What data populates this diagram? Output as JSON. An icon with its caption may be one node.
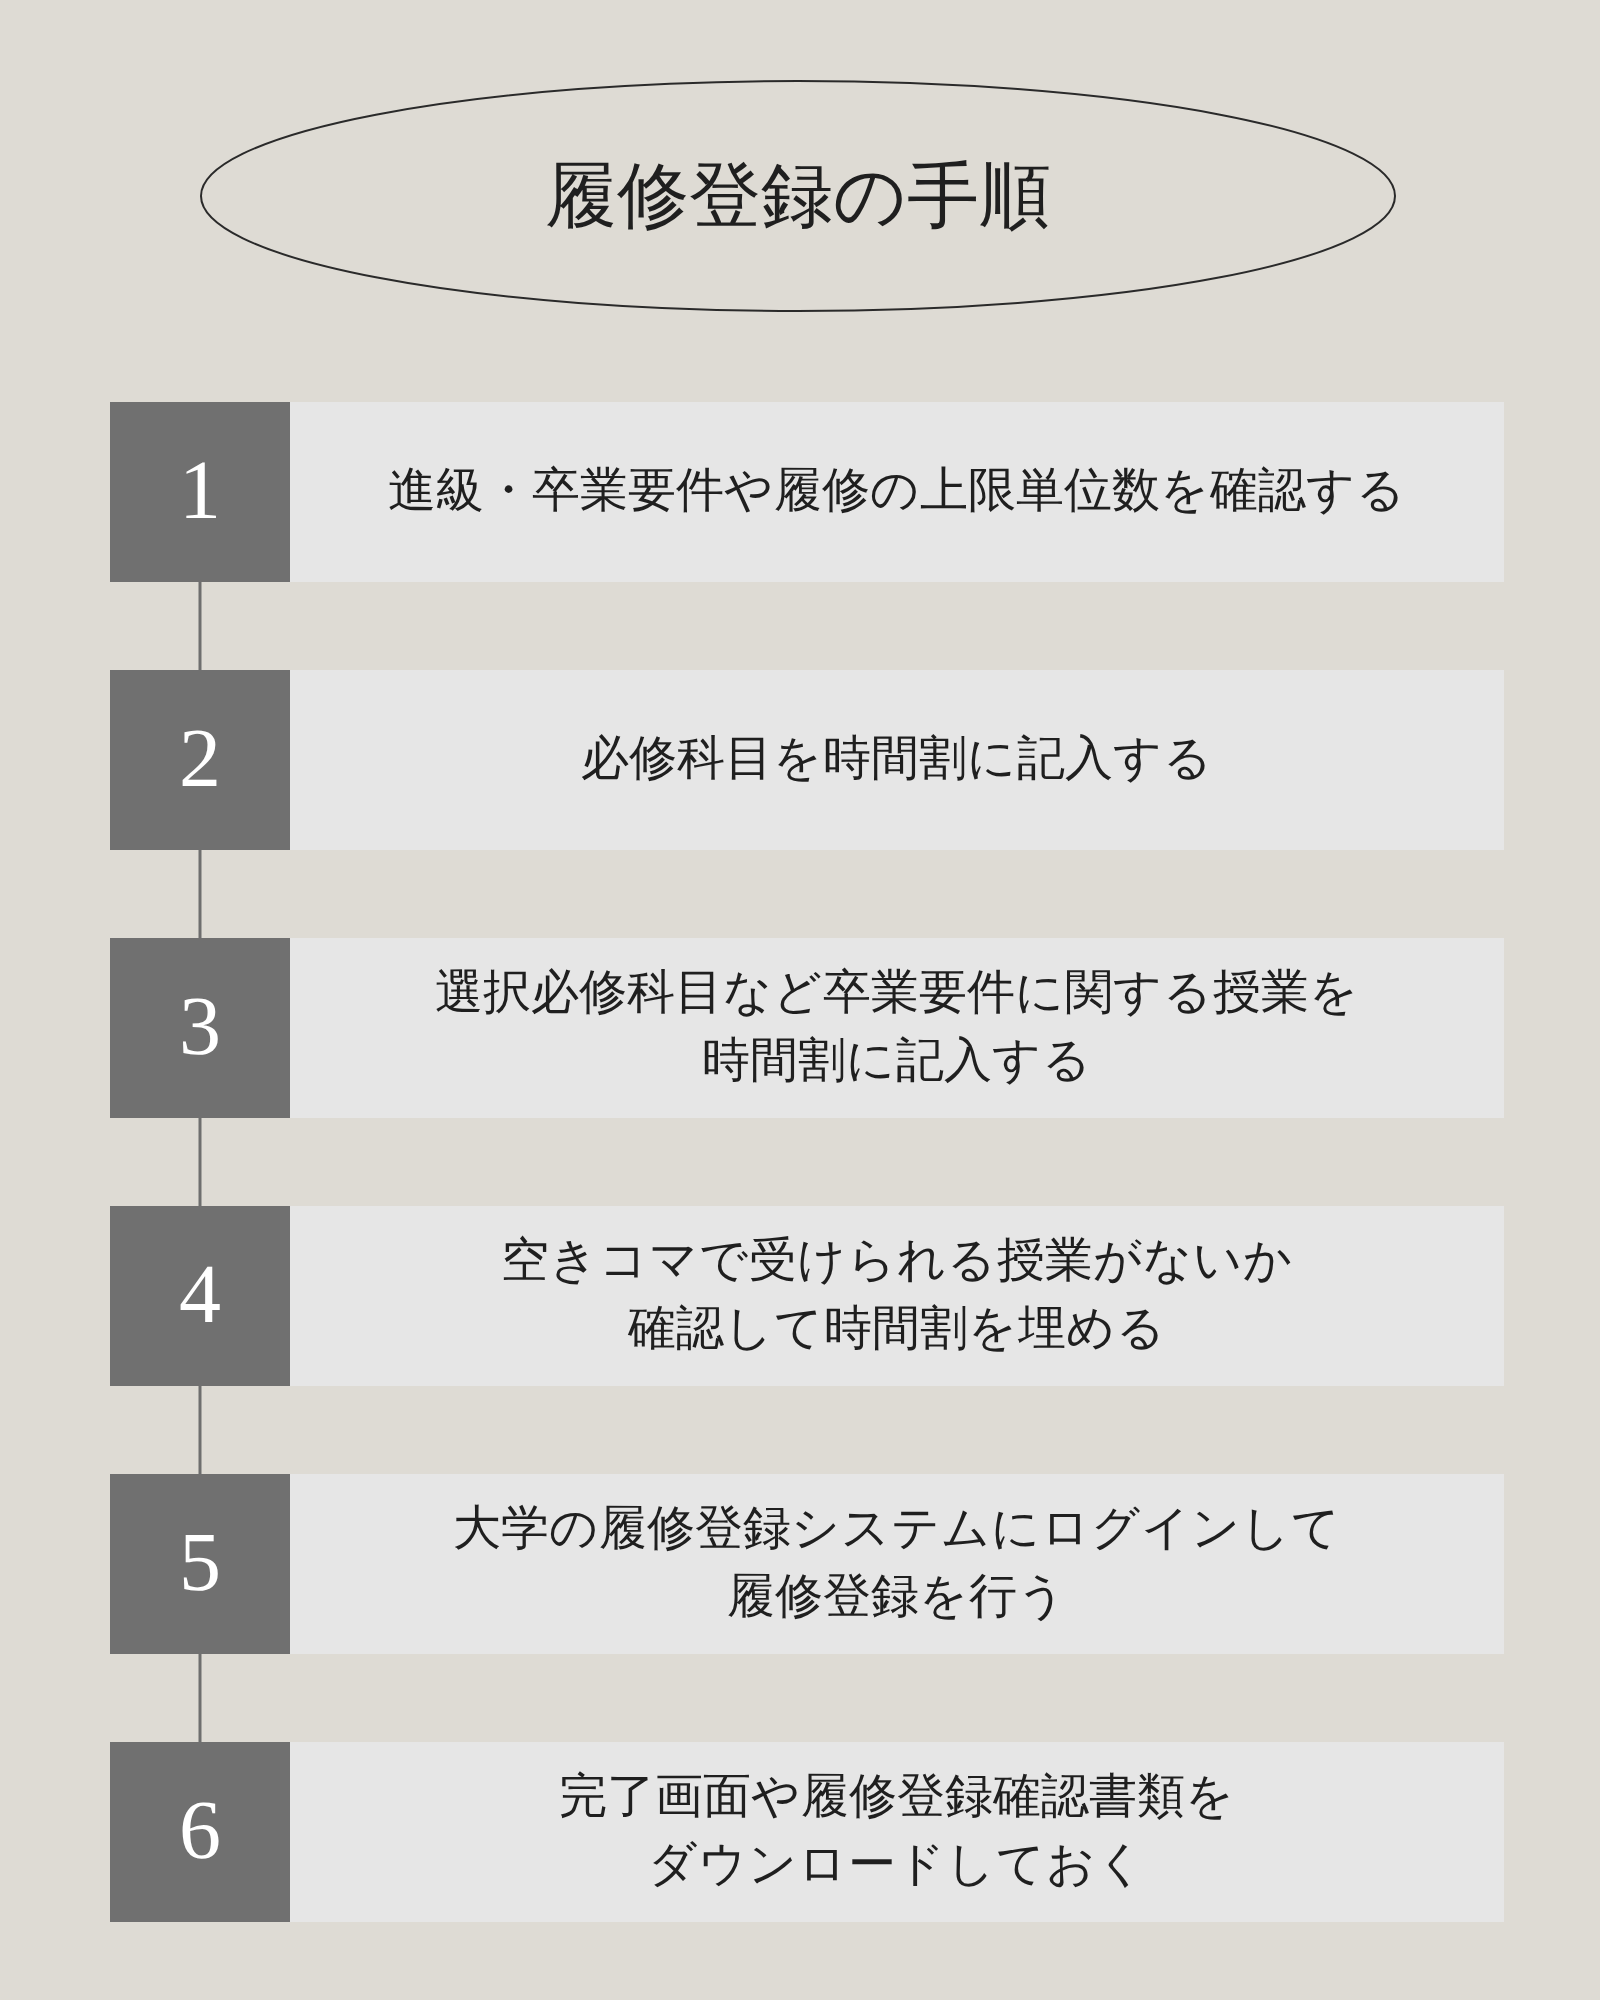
{
  "diagram": {
    "title": "履修登録の手順",
    "nodes": [
      {
        "text": [
          "1",
          "進級・卒業要件や履修の上限単位数を確認する"
        ]
      },
      {
        "text": [
          "2",
          "必修科目を時間割に記入する"
        ]
      },
      {
        "text": [
          "3",
          "選択必修科目など卒業要件に関する授業を時間割に記入する"
        ]
      },
      {
        "text": [
          "4",
          "空きコマで受けられる授業がないか確認して時間割を埋める"
        ]
      },
      {
        "text": [
          "5",
          "大学の履修登録システムにログインして履修登録を行う"
        ]
      },
      {
        "text": [
          "6",
          "完了画面や履修登録確認書類をダウンロードしておく"
        ]
      }
    ],
    "edges": [
      {
        "from": 0,
        "to": 1,
        "arrow": "none"
      },
      {
        "from": 1,
        "to": 2,
        "arrow": "none"
      },
      {
        "from": 2,
        "to": 3,
        "arrow": "none"
      },
      {
        "from": 3,
        "to": 4,
        "arrow": "none"
      },
      {
        "from": 4,
        "to": 5,
        "arrow": "none"
      }
    ]
  }
}
